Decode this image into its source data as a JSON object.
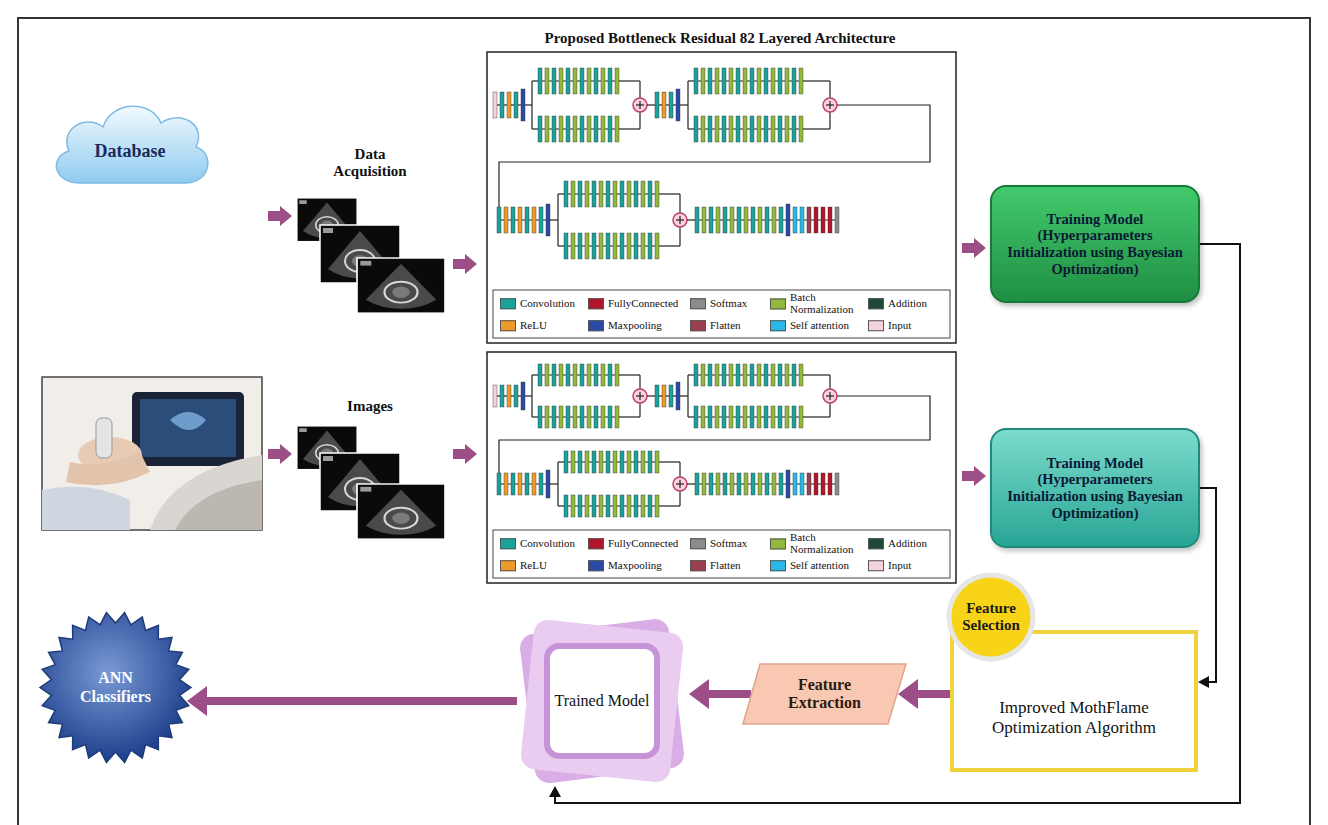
{
  "diagram": {
    "title": "Proposed Bottleneck Residual 82 Layered Architecture",
    "nodes": [
      {
        "text": [
          "Database"
        ]
      },
      {
        "text": [
          "Training Model (Hyperparameters Initialization using Bayesian Optimization)"
        ]
      },
      {
        "text": [
          "Training Model (Hyperparameters Initialization using Bayesian Optimization)"
        ]
      },
      {
        "text": [
          "Feature Selection"
        ]
      },
      {
        "text": [
          "Improved MothFlame Optimization Algorithm"
        ]
      },
      {
        "text": [
          "Feature Extraction"
        ]
      },
      {
        "text": [
          "Trained Model"
        ]
      },
      {
        "text": [
          "ANN Classifiers"
        ]
      }
    ],
    "edges": [
      {
        "from": 1,
        "to": 6,
        "arrow": "to"
      },
      {
        "from": 2,
        "to": 4,
        "arrow": "to"
      },
      {
        "from": 4,
        "to": 5,
        "arrow": "to"
      },
      {
        "from": 5,
        "to": 6,
        "arrow": "to"
      },
      {
        "from": 6,
        "to": 7,
        "arrow": "to"
      }
    ],
    "labels": [
      "Data Acquisition",
      "Images"
    ],
    "legend": [
      {
        "text": "Convolution",
        "color": "#1aa39a"
      },
      {
        "text": "FullyConnected",
        "color": "#b3162b"
      },
      {
        "text": "Softmax",
        "color": "#8c8c8c"
      },
      {
        "text": "Batch Normalization",
        "color": "#93b83b"
      },
      {
        "text": "Addition",
        "color": "#1d4a36"
      },
      {
        "text": "ReLU",
        "color": "#ee9a2b"
      },
      {
        "text": "Maxpooling",
        "color": "#2b4aa5"
      },
      {
        "text": "Flatten",
        "color": "#9c3f4e"
      },
      {
        "text": "Self attention",
        "color": "#2ab8e8"
      },
      {
        "text": "Input",
        "color": "#f5d3db"
      },
      {
        "text": "Convolution",
        "color": "#1aa39a"
      },
      {
        "text": "FullyConnected",
        "color": "#b3162b"
      },
      {
        "text": "Softmax",
        "color": "#8c8c8c"
      },
      {
        "text": "Batch Normalization",
        "color": "#93b83b"
      },
      {
        "text": "Addition",
        "color": "#1d4a36"
      },
      {
        "text": "ReLU",
        "color": "#ee9a2b"
      },
      {
        "text": "Maxpooling",
        "color": "#2b4aa5"
      },
      {
        "text": "Flatten",
        "color": "#9c3f4e"
      },
      {
        "text": "Self attention",
        "color": "#2ab8e8"
      },
      {
        "text": "Input",
        "color": "#f5d3db"
      }
    ]
  }
}
